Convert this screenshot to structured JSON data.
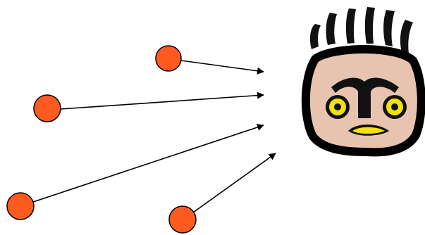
{
  "colors": {
    "background": "#ffffff",
    "particle_fill": "#ff5a1f",
    "particle_stroke": "#000000",
    "arrow": "#000000",
    "face_outline": "#000000",
    "face_skin": "#e8c4b0",
    "eye_color": "#f2e20a",
    "mouth_color": "#f2e20a"
  },
  "diagram": {
    "particles": [
      {
        "name": "particle-top"
      },
      {
        "name": "particle-upper-left"
      },
      {
        "name": "particle-lower-left"
      },
      {
        "name": "particle-bottom"
      }
    ],
    "arrows": [
      {
        "name": "arrow-from-particle-top"
      },
      {
        "name": "arrow-from-particle-upper-left"
      },
      {
        "name": "arrow-from-particle-lower-left"
      },
      {
        "name": "arrow-from-particle-bottom"
      }
    ],
    "face": {
      "icon": "startled-face-icon",
      "expression": "surprised"
    }
  }
}
